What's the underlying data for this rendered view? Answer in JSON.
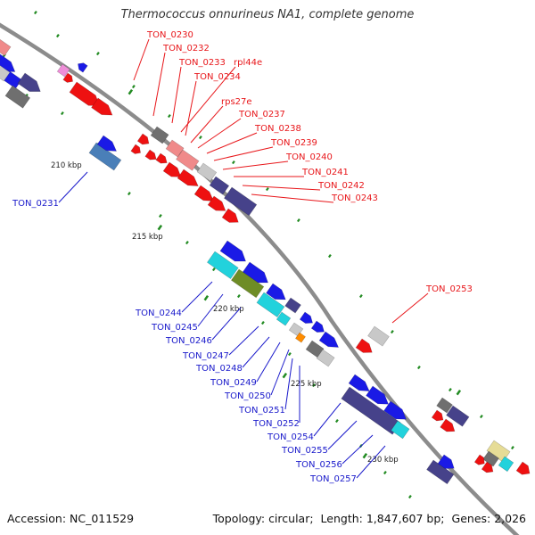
{
  "title": "Thermococcus onnurineus NA1, complete genome",
  "footer": {
    "accession": "Accession: NC_011529",
    "topology": "Topology: circular;",
    "length": "Length: 1,847,607 bp;",
    "genes": "Genes: 2,026"
  },
  "kbp_labels": [
    "210 kbp",
    "215 kbp",
    "220 kbp",
    "225 kbp",
    "230 kbp"
  ],
  "colors": {
    "red": "#ee1111",
    "pink": "#f08a8a",
    "blue": "#1a1ae6",
    "navy": "#46428a",
    "cyan": "#22d2dc",
    "olive": "#6e8c26",
    "gray": "#6f6f6f",
    "lightgray": "#c8c8c8",
    "steel": "#4a7fb8",
    "orange": "#ff8c00",
    "khaki": "#e6dc96",
    "magenta": "#ee8ed8",
    "backbone": "#8c8c8c",
    "tick": "#228b22",
    "red_label": "#e8161a",
    "blue_label": "#1a1acb"
  },
  "labels_red": [
    "TON_0230",
    "TON_0232",
    "TON_0233",
    "rpl44e",
    "TON_0234",
    "rps27e",
    "TON_0237",
    "TON_0238",
    "TON_0239",
    "TON_0240",
    "TON_0241",
    "TON_0242",
    "TON_0243",
    "TON_0253"
  ],
  "labels_blue": [
    "TON_0231",
    "TON_0244",
    "TON_0245",
    "TON_0246",
    "TON_0247",
    "TON_0248",
    "TON_0249",
    "TON_0250",
    "TON_0251",
    "TON_0252",
    "TON_0254",
    "TON_0255",
    "TON_0256",
    "TON_0257"
  ]
}
